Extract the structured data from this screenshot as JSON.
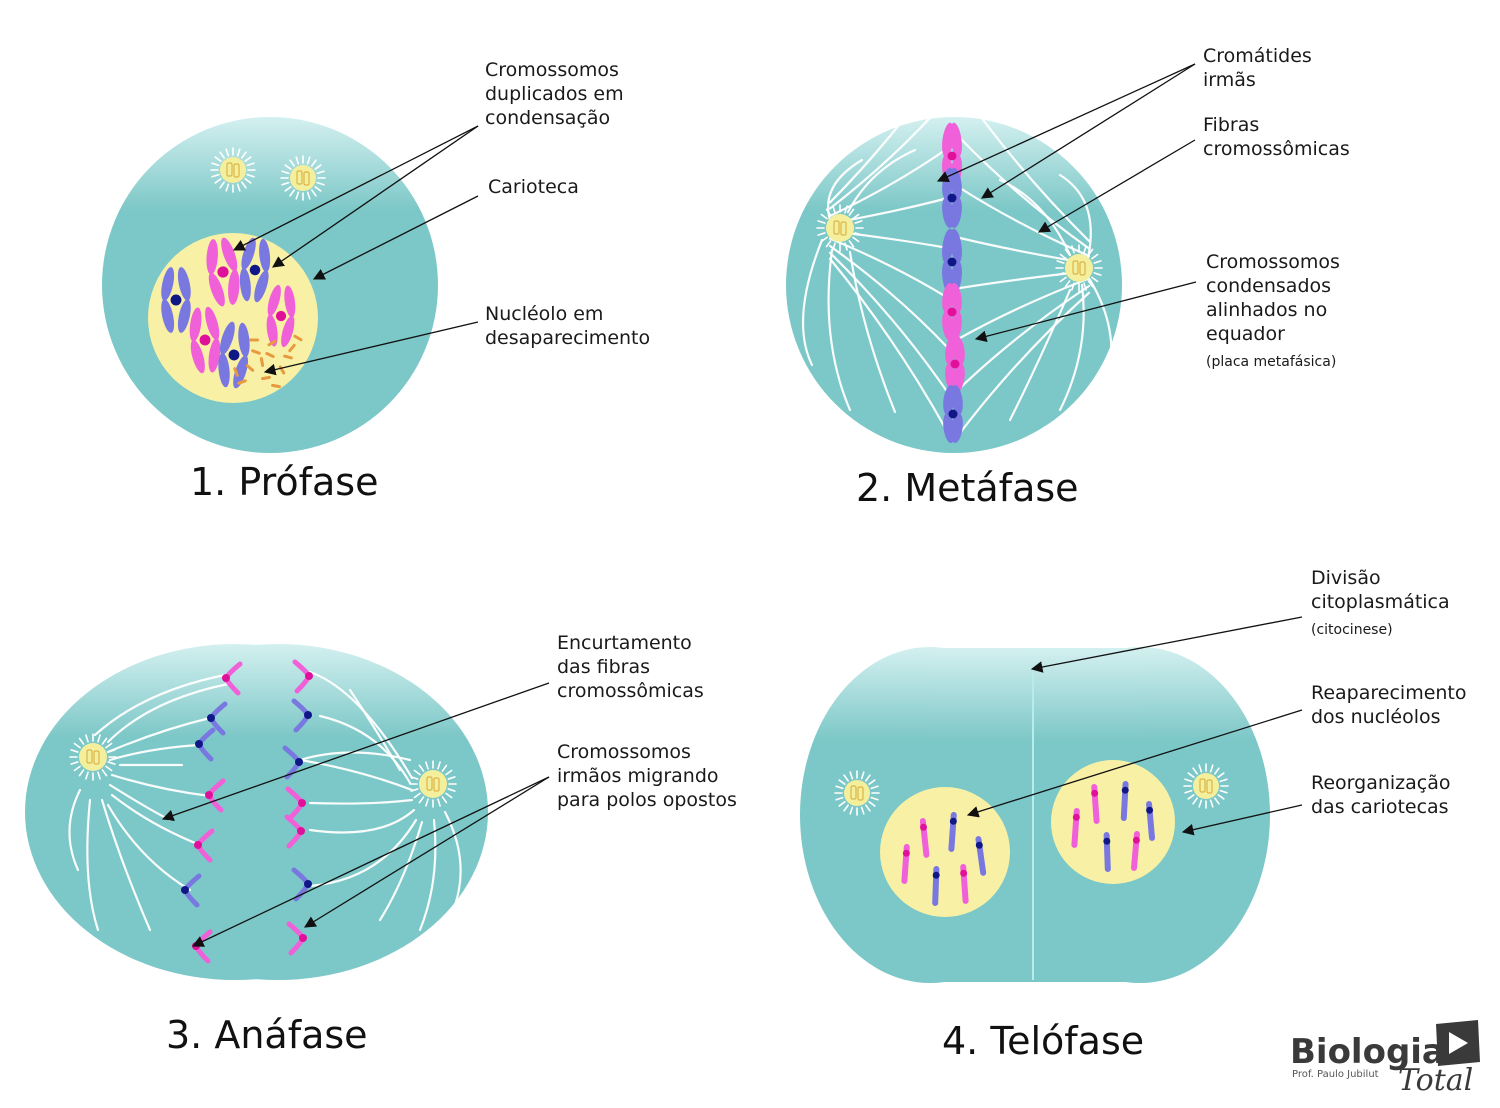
{
  "phases": [
    {
      "title": "1. Prófase"
    },
    {
      "title": "2. Metáfase"
    },
    {
      "title": "3. Anáfase"
    },
    {
      "title": "4. Telófase"
    }
  ],
  "labels": {
    "prophase": [
      [
        "Cromossomos",
        "duplicados em",
        "condensação"
      ],
      [
        "Carioteca"
      ],
      [
        "Nucléolo em",
        "desaparecimento"
      ]
    ],
    "metaphase": [
      [
        "Cromátides",
        "irmãs"
      ],
      [
        "Fibras",
        "cromossômicas"
      ],
      [
        "Cromossomos",
        "condensados",
        "alinhados no",
        "equador"
      ]
    ],
    "metaphase_note": "(placa metafásica)",
    "anaphase": [
      [
        "Encurtamento",
        "das fibras",
        "cromossômicas"
      ],
      [
        "Cromossomos",
        "irmãos migrando",
        "para polos opostos"
      ]
    ],
    "telophase": [
      [
        "Divisão",
        "citoplasmática"
      ],
      [
        "Reaparecimento",
        "dos nucléolos"
      ],
      [
        "Reorganização",
        "das cariotecas"
      ]
    ],
    "telophase_note": "(citocinese)"
  },
  "logo": {
    "name": "Biologia",
    "author": "Prof. Paulo Jubilut",
    "script": "Total"
  },
  "colors": {
    "cell": "#7cc7c7",
    "cell_light": "#cfeeee",
    "nucleus": "#f8f1a5",
    "pink": "#f060d8",
    "blue": "#7878e0",
    "centromere_pink": "#e0109a",
    "centromere_blue": "#101888",
    "nucleolus": "#e89a40",
    "centriole_aster": "#f4ef9c"
  }
}
